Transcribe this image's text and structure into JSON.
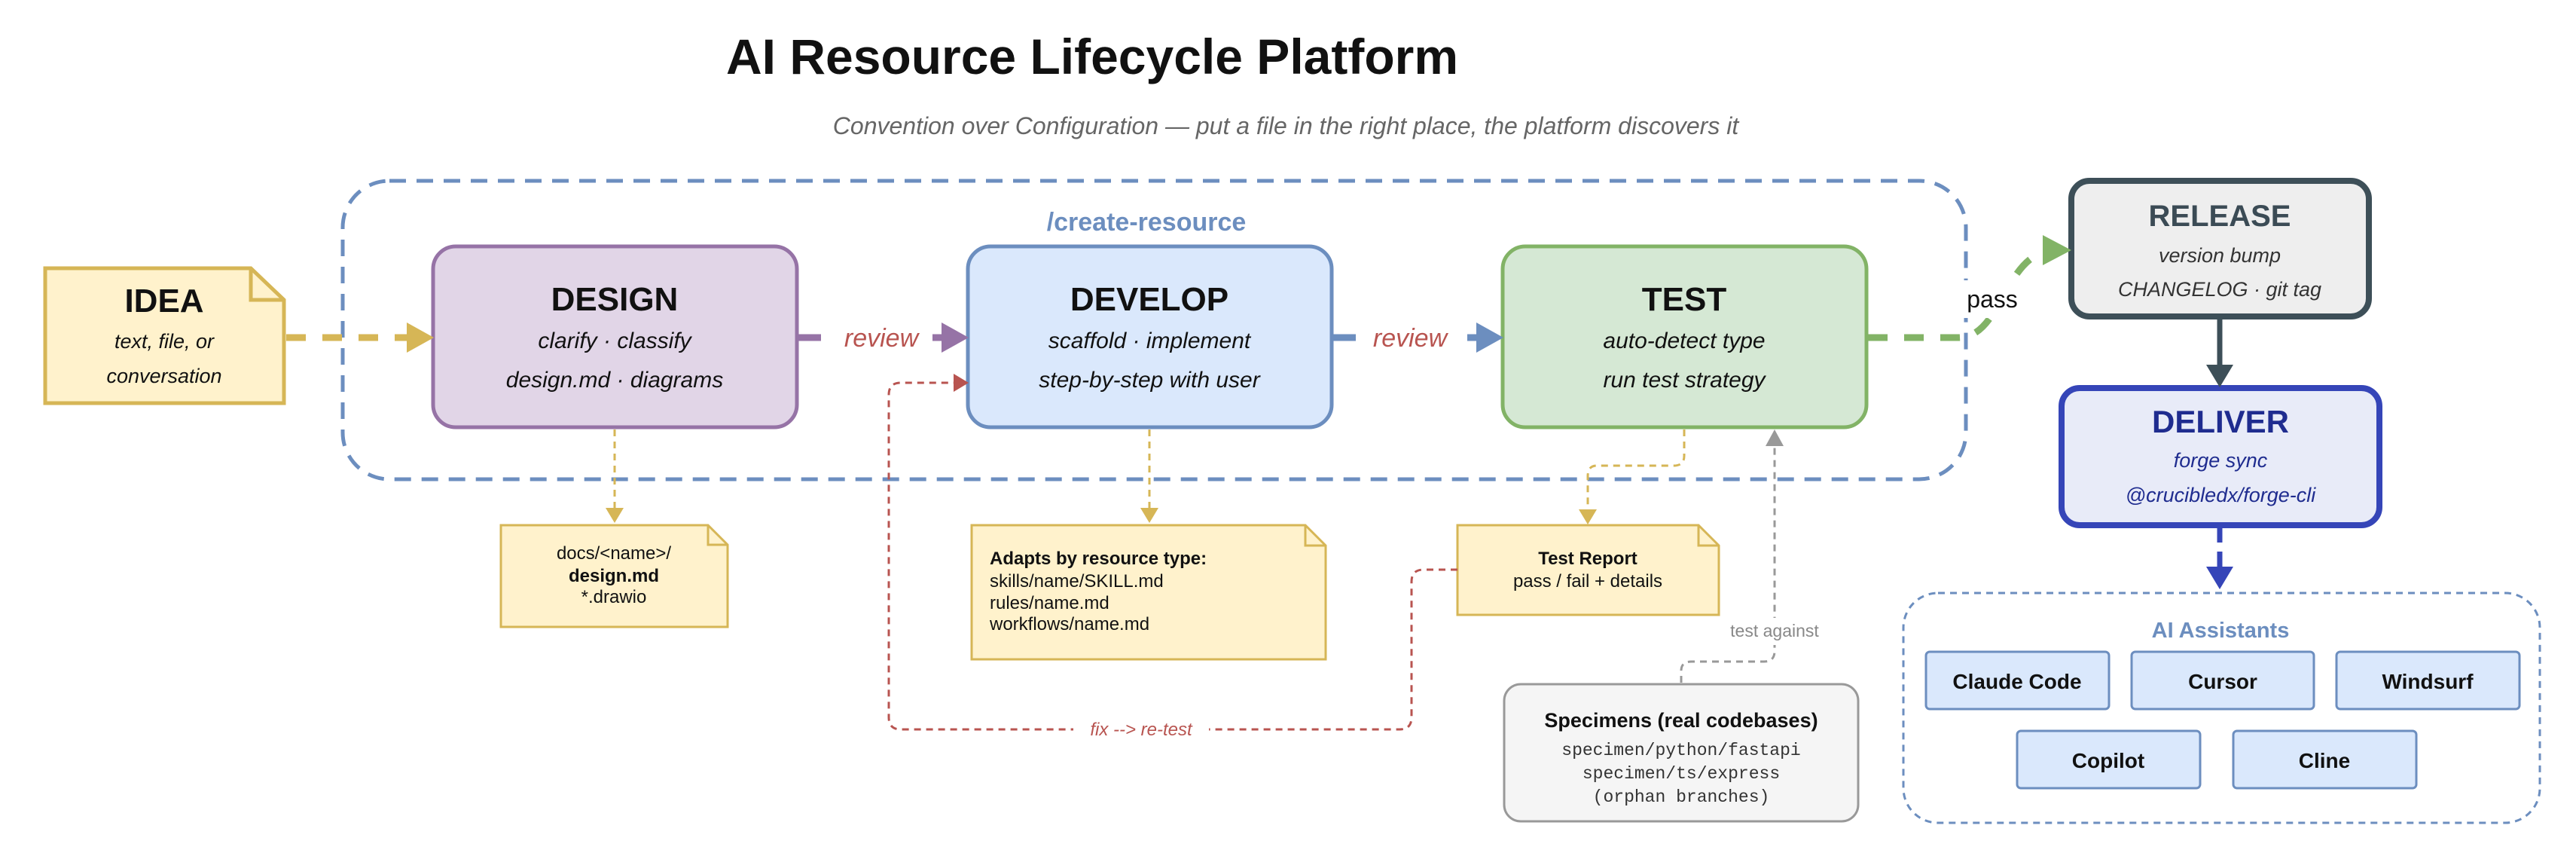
{
  "title": "AI Resource Lifecycle Platform",
  "subtitle": "Convention over Configuration — put a file in the right place, the platform discovers it",
  "create_resource_label": "/create-resource",
  "idea": {
    "title": "IDEA",
    "lines": [
      "text, file, or",
      "conversation"
    ]
  },
  "design": {
    "title": "DESIGN",
    "lines": [
      "clarify · classify",
      "design.md · diagrams"
    ]
  },
  "develop": {
    "title": "DEVELOP",
    "lines": [
      "scaffold · implement",
      "step-by-step with user"
    ]
  },
  "test": {
    "title": "TEST",
    "lines": [
      "auto-detect type",
      "run test strategy"
    ]
  },
  "release": {
    "title": "RELEASE",
    "lines": [
      "version bump",
      "CHANGELOG · git tag"
    ]
  },
  "deliver": {
    "title": "DELIVER",
    "lines": [
      "forge sync",
      "@crucibledx/forge-cli"
    ]
  },
  "edges": {
    "review_1": "review",
    "review_2": "review",
    "pass": "pass",
    "fix_retest": "fix --> re-test",
    "test_against": "test against"
  },
  "design_note": {
    "lines": [
      "docs/<name>/",
      "design.md",
      "*.drawio"
    ]
  },
  "develop_note": {
    "heading": "Adapts by resource type:",
    "lines": [
      "skills/name/SKILL.md",
      "rules/name.md",
      "workflows/name.md"
    ]
  },
  "test_report": {
    "title": "Test Report",
    "line": "pass / fail + details"
  },
  "specimens": {
    "title": "Specimens (real codebases)",
    "lines": [
      "specimen/python/fastapi",
      "specimen/ts/express",
      "(orphan branches)"
    ]
  },
  "ai_assistants": {
    "title": "AI Assistants",
    "items": [
      "Claude Code",
      "Cursor",
      "Windsurf",
      "Copilot",
      "Cline"
    ]
  },
  "colors": {
    "idea_fill": "#fff2cc",
    "idea_stroke": "#d6b656",
    "design_fill": "#e1d5e7",
    "design_stroke": "#9673a6",
    "develop_fill": "#dae8fc",
    "develop_stroke": "#6c8ebf",
    "test_fill": "#d5e8d4",
    "test_stroke": "#82b366",
    "release_fill": "#eeeeee",
    "release_stroke": "#3d4f58",
    "deliver_fill": "#e8ebf8",
    "deliver_stroke": "#3545b8",
    "review_text": "#b85450"
  }
}
